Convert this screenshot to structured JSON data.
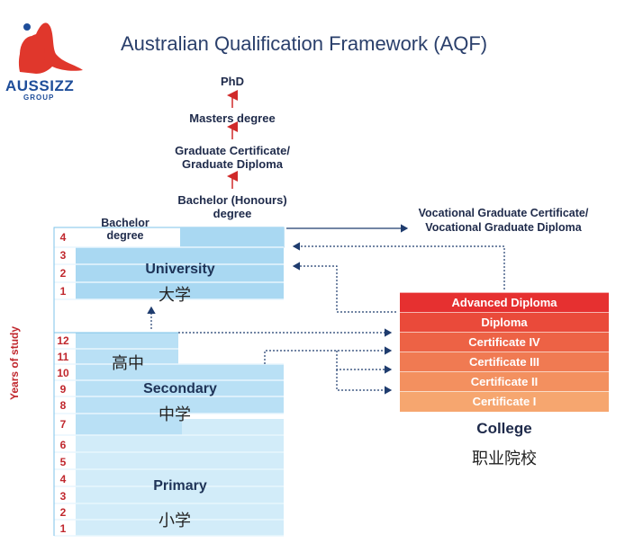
{
  "title": "Australian Qualification Framework (AQF)",
  "logo": {
    "name": "AUSSIZZ",
    "sub": "GROUP"
  },
  "ladder": {
    "phd": "PhD",
    "masters": "Masters degree",
    "grad_cert": "Graduate Certificate/\nGraduate Diploma",
    "bachelor_honours": "Bachelor (Honours)\ndegree"
  },
  "vocational": "Vocational Graduate Certificate/\nVocational Graduate Diploma",
  "university": {
    "bachelor_label": "Bachelor\ndegree",
    "label": "University",
    "label_cn": "大学"
  },
  "high_school_cn": "高中",
  "secondary": {
    "label": "Secondary",
    "label_cn": "中学"
  },
  "primary": {
    "label": "Primary",
    "label_cn": "小学"
  },
  "axis_label": "Years of study",
  "university_years": [
    "4",
    "3",
    "2",
    "1"
  ],
  "school_years": [
    "12",
    "11",
    "10",
    "9",
    "8",
    "7",
    "6",
    "5",
    "4",
    "3",
    "2",
    "1"
  ],
  "college": {
    "levels": [
      "Advanced Diploma",
      "Diploma",
      "Certificate IV",
      "Certificate III",
      "Certificate II",
      "Certificate I"
    ],
    "level_colors": [
      "#e63030",
      "#ea4a3a",
      "#ed6245",
      "#f07a52",
      "#f3905f",
      "#f6a66f"
    ],
    "label": "College",
    "label_cn": "职业院校"
  },
  "colors": {
    "university": "#a9d8f2",
    "secondary": "#b9e0f5",
    "primary": "#d2ecf9",
    "arrow_red": "#d02a2a",
    "connector": "#1f3c6e"
  }
}
